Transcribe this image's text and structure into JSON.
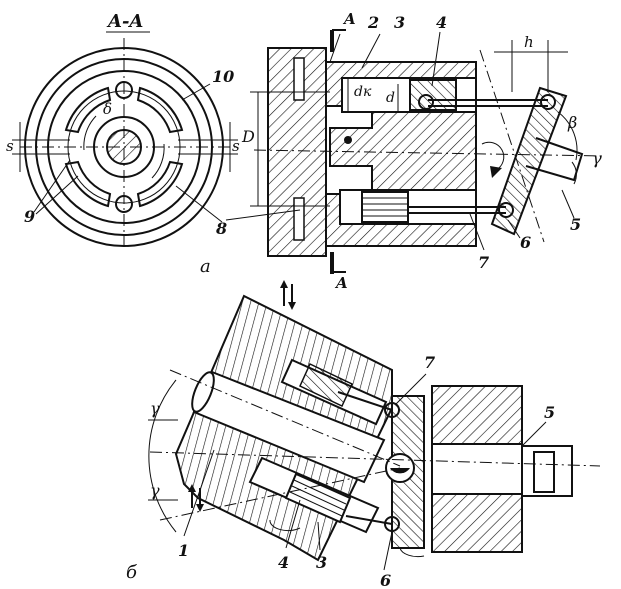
{
  "section_title": "A-A",
  "subfigure_labels": {
    "a": "а",
    "b": "б"
  },
  "callouts": {
    "n1": "1",
    "n2": "2",
    "n3": "3",
    "n4": "4",
    "n5": "5",
    "n6": "6",
    "n7": "7",
    "n8": "8",
    "n9": "9",
    "n10": "10"
  },
  "section_marks": {
    "top": "A",
    "bottom": "A"
  },
  "dimensions": {
    "D": "D",
    "dk": "dк",
    "d": "d",
    "h": "h",
    "s_left": "s",
    "s_right": "s",
    "beta": "β",
    "gamma_a": "γ",
    "gamma_b_top": "γ",
    "gamma_b_bottom": "γ",
    "delta": "δ"
  }
}
